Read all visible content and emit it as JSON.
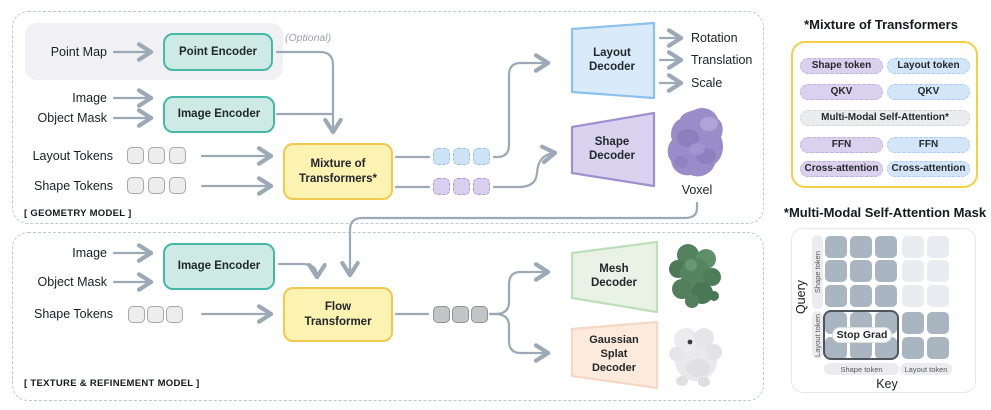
{
  "geometry_model": {
    "tag": "[ GEOMETRY MODEL ]",
    "point_map_label": "Point Map",
    "point_encoder": "Point Encoder",
    "optional_note": "(Optional)",
    "image_label": "Image",
    "object_mask_label": "Object Mask",
    "image_encoder": "Image Encoder",
    "layout_tokens_label": "Layout Tokens",
    "shape_tokens_label": "Shape Tokens",
    "mixture_of_transformers": "Mixture of Transformers*",
    "layout_decoder": "Layout Decoder",
    "outputs": [
      "Rotation",
      "Translation",
      "Scale"
    ],
    "shape_decoder": "Shape Decoder",
    "voxel_caption": "Voxel"
  },
  "texture_model": {
    "tag": "[ TEXTURE & REFINEMENT MODEL ]",
    "image_label": "Image",
    "object_mask_label": "Object Mask",
    "image_encoder": "Image Encoder",
    "shape_tokens_label": "Shape Tokens",
    "flow_transformer": "Flow Transformer",
    "mesh_decoder": "Mesh Decoder",
    "gaussian_splat_decoder": "Gaussian Splat Decoder"
  },
  "mot_panel": {
    "title": "*Mixture of Transformers",
    "chips": [
      [
        "Shape token",
        "Layout token"
      ],
      [
        "QKV",
        "QKV"
      ],
      [
        "Multi-Modal Self-Attention*"
      ],
      [
        "FFN",
        "FFN"
      ],
      [
        "Cross-attention",
        "Cross-attention"
      ]
    ]
  },
  "mask_panel": {
    "title": "*Multi-Modal Self-Attention Mask",
    "query_axis": "Query",
    "key_axis": "Key",
    "query_groups": [
      "Shape token",
      "Layout token"
    ],
    "key_groups": [
      "Shape token",
      "Layout token"
    ],
    "stop_grad_label": "Stop Grad",
    "grid": [
      [
        1,
        1,
        1,
        0,
        0
      ],
      [
        1,
        1,
        1,
        0,
        0
      ],
      [
        1,
        1,
        1,
        0,
        0
      ],
      [
        1,
        1,
        1,
        1,
        1
      ],
      [
        1,
        1,
        1,
        1,
        1
      ]
    ]
  },
  "colors": {
    "encoder_fill": "#cdebe4",
    "encoder_border": "#45b8a7",
    "transformer_fill": "#fcf2b2",
    "transformer_border": "#f2c94c",
    "layout_decoder_fill": "#d9ebfa",
    "layout_decoder_border": "#8ac2ec",
    "shape_decoder_fill": "#dad3f0",
    "shape_decoder_border": "#9e91d2",
    "mesh_decoder_fill": "#e8f3e6",
    "mesh_decoder_border": "#bedfbc",
    "gaussian_decoder_fill": "#fcebdd",
    "gaussian_decoder_border": "#f6d7c3",
    "token_blue": "#cde3f6",
    "token_purple": "#d8d0ee",
    "token_gray": "#c3c5c7",
    "mask_dark": "#a9b5c1",
    "mask_light": "#e9edf1",
    "arrow": "#9caab8",
    "panel_border": "#bcc7d5"
  }
}
